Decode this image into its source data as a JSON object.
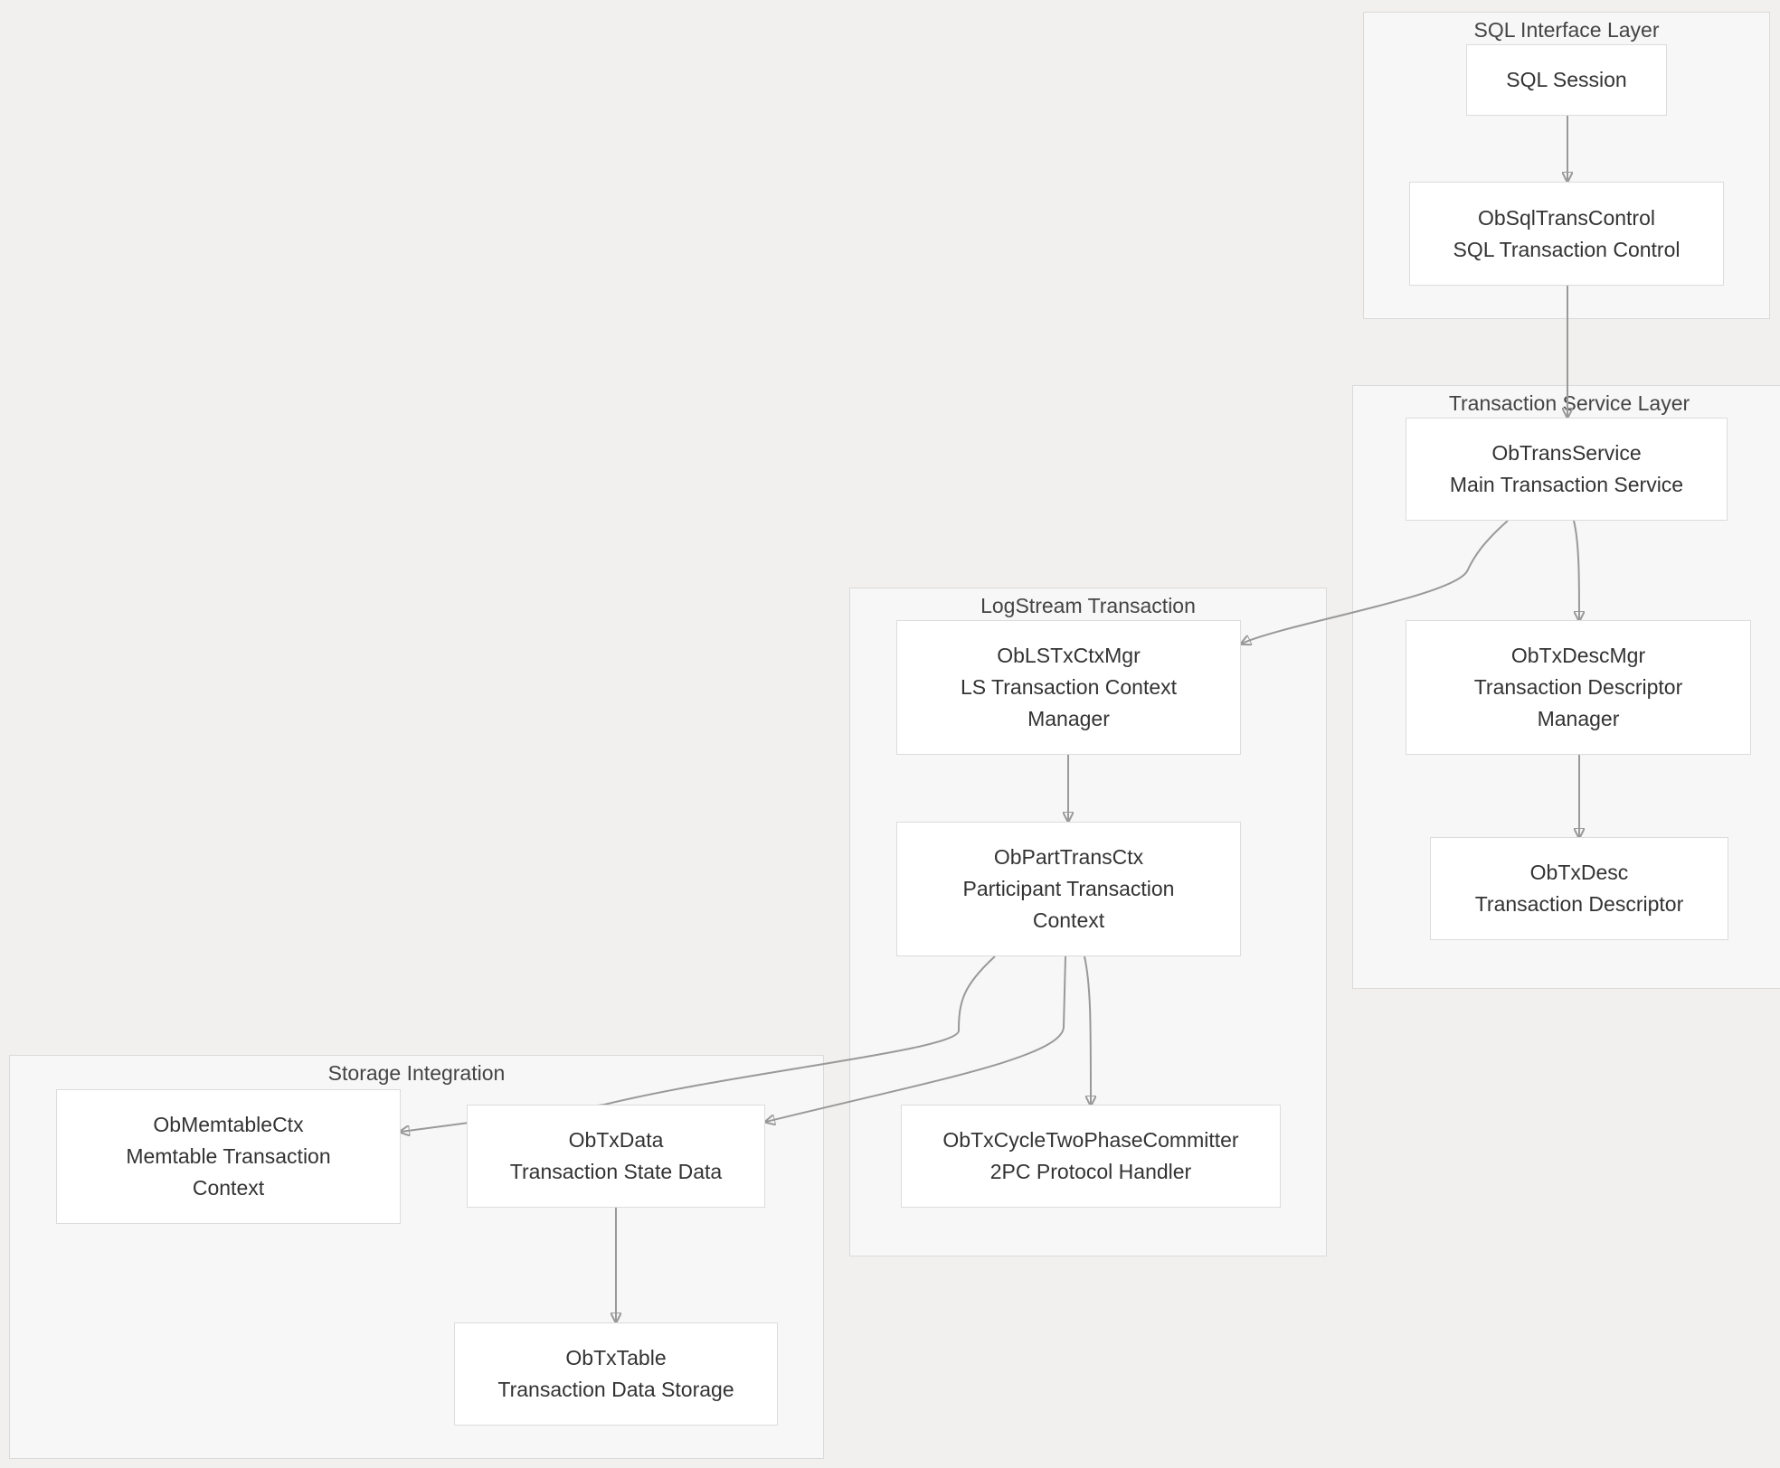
{
  "groups": {
    "sql": {
      "title": "SQL Interface Layer"
    },
    "txsvc": {
      "title": "Transaction Service Layer"
    },
    "logstream": {
      "title": "LogStream Transaction"
    },
    "storage": {
      "title": "Storage Integration"
    }
  },
  "nodes": {
    "sql_session": {
      "lines": [
        "SQL Session"
      ]
    },
    "sql_trans_control": {
      "lines": [
        "ObSqlTransControl",
        "SQL Transaction Control"
      ]
    },
    "trans_service": {
      "lines": [
        "ObTransService",
        "Main Transaction Service"
      ]
    },
    "tx_desc_mgr": {
      "lines": [
        "ObTxDescMgr",
        "Transaction Descriptor",
        "Manager"
      ]
    },
    "tx_desc": {
      "lines": [
        "ObTxDesc",
        "Transaction Descriptor"
      ]
    },
    "ls_tx_ctx_mgr": {
      "lines": [
        "ObLSTxCtxMgr",
        "LS Transaction Context",
        "Manager"
      ]
    },
    "part_trans_ctx": {
      "lines": [
        "ObPartTransCtx",
        "Participant Transaction",
        "Context"
      ]
    },
    "two_phase_committer": {
      "lines": [
        "ObTxCycleTwoPhaseCommitter",
        "2PC Protocol Handler"
      ]
    },
    "memtable_ctx": {
      "lines": [
        "ObMemtableCtx",
        "Memtable Transaction",
        "Context"
      ]
    },
    "tx_data": {
      "lines": [
        "ObTxData",
        "Transaction State Data"
      ]
    },
    "tx_table": {
      "lines": [
        "ObTxTable",
        "Transaction Data Storage"
      ]
    }
  },
  "edges": [
    {
      "from": "sql_session",
      "to": "sql_trans_control"
    },
    {
      "from": "sql_trans_control",
      "to": "trans_service"
    },
    {
      "from": "trans_service",
      "to": "ls_tx_ctx_mgr"
    },
    {
      "from": "trans_service",
      "to": "tx_desc_mgr"
    },
    {
      "from": "tx_desc_mgr",
      "to": "tx_desc"
    },
    {
      "from": "ls_tx_ctx_mgr",
      "to": "part_trans_ctx"
    },
    {
      "from": "part_trans_ctx",
      "to": "memtable_ctx"
    },
    {
      "from": "part_trans_ctx",
      "to": "tx_data"
    },
    {
      "from": "part_trans_ctx",
      "to": "two_phase_committer"
    },
    {
      "from": "tx_data",
      "to": "tx_table"
    }
  ]
}
